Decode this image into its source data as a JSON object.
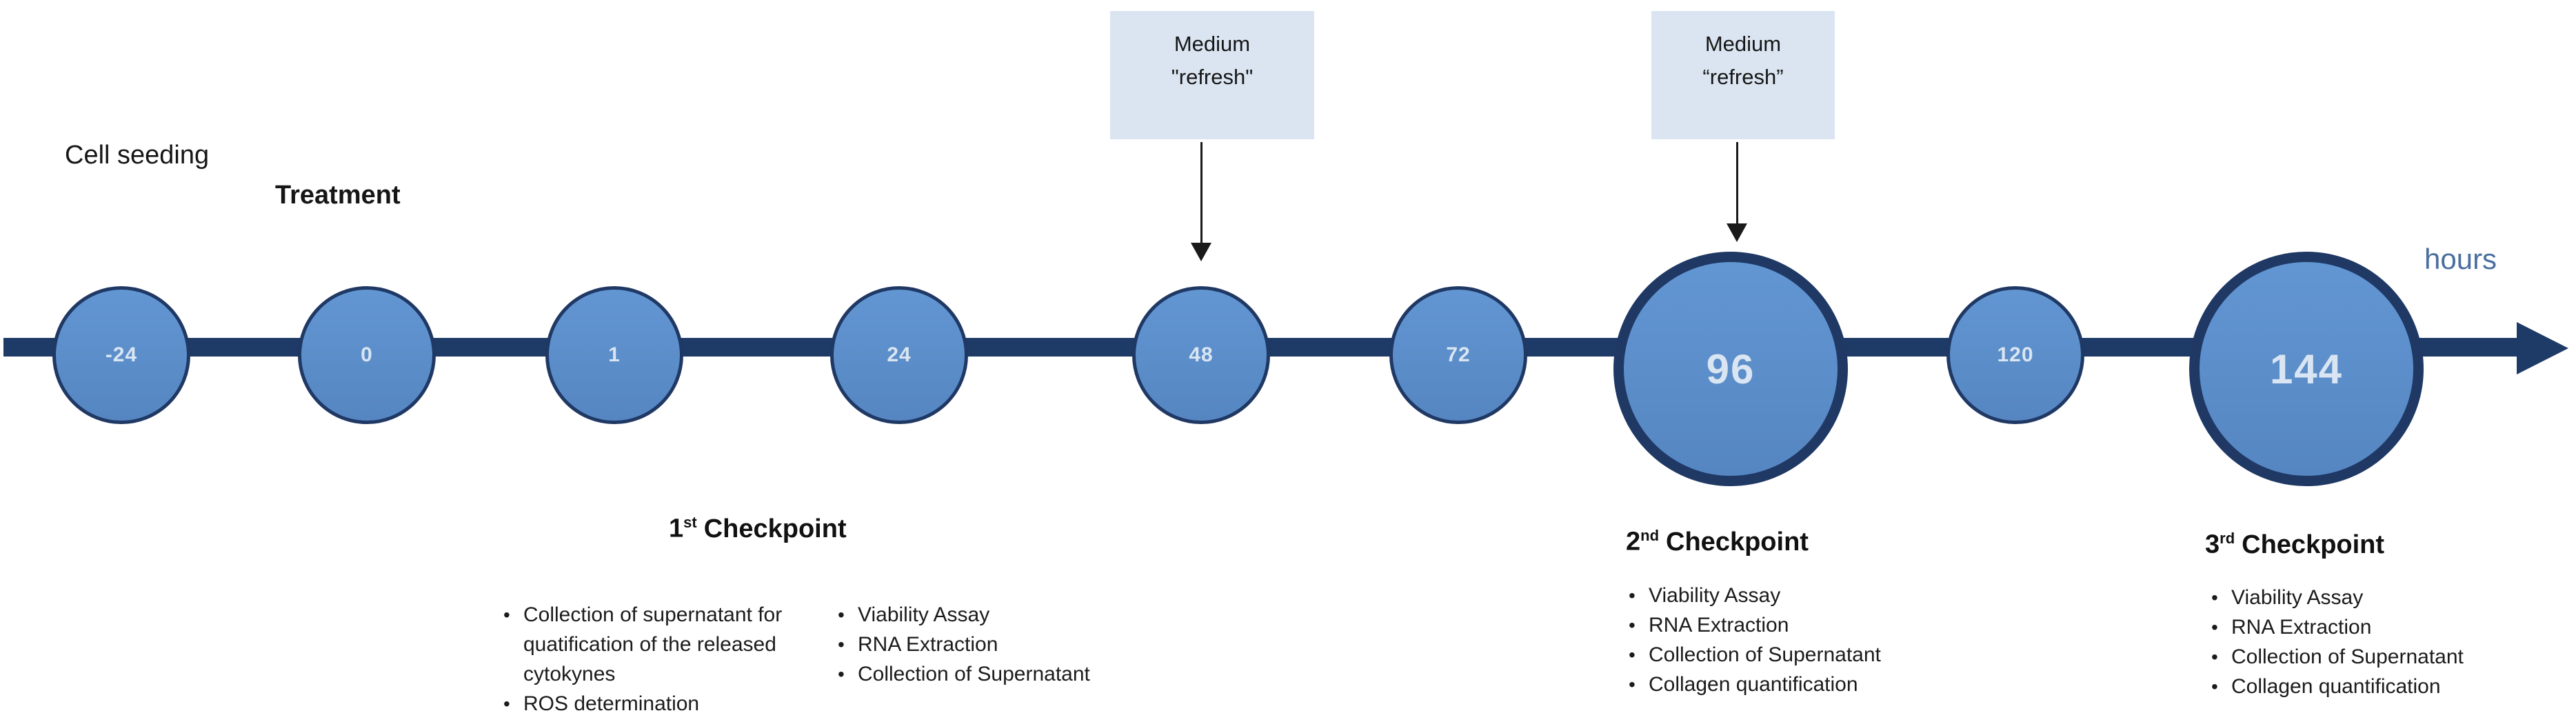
{
  "colors": {
    "bar": "#1e3a67",
    "node_fill": "#5b8cc8",
    "node_border": "#1f3864",
    "node_text": "#d9e5f2",
    "box_bg": "#dbe5f1",
    "hours": "#4a6f9f",
    "ink": "#1a1a1a"
  },
  "labels": {
    "cell_seeding": "Cell seeding",
    "treatment": "Treatment",
    "hours": "hours"
  },
  "timeline": {
    "nodes": [
      {
        "label": "-24"
      },
      {
        "label": "0"
      },
      {
        "label": "1"
      },
      {
        "label": "24"
      },
      {
        "label": "48"
      },
      {
        "label": "72"
      },
      {
        "label": "96"
      },
      {
        "label": "120"
      },
      {
        "label": "144"
      }
    ]
  },
  "refresh_boxes": [
    {
      "line1": "Medium",
      "line2": "\"refresh\""
    },
    {
      "line1": "Medium",
      "line2": "“refresh”"
    }
  ],
  "checkpoints": [
    {
      "num": "1",
      "sup": "st",
      "rest": "Checkpoint",
      "col1": [
        "Collection of supernatant for quatification of the released cytokynes",
        "ROS determination"
      ],
      "col2": [
        "Viability Assay",
        "RNA Extraction",
        "Collection of Supernatant"
      ]
    },
    {
      "num": "2",
      "sup": "nd",
      "rest": "Checkpoint",
      "items": [
        "Viability Assay",
        "RNA Extraction",
        "Collection of Supernatant",
        "Collagen quantification"
      ]
    },
    {
      "num": "3",
      "sup": "rd",
      "rest": "Checkpoint",
      "items": [
        "Viability Assay",
        "RNA Extraction",
        "Collection of Supernatant",
        "Collagen quantification"
      ]
    }
  ]
}
